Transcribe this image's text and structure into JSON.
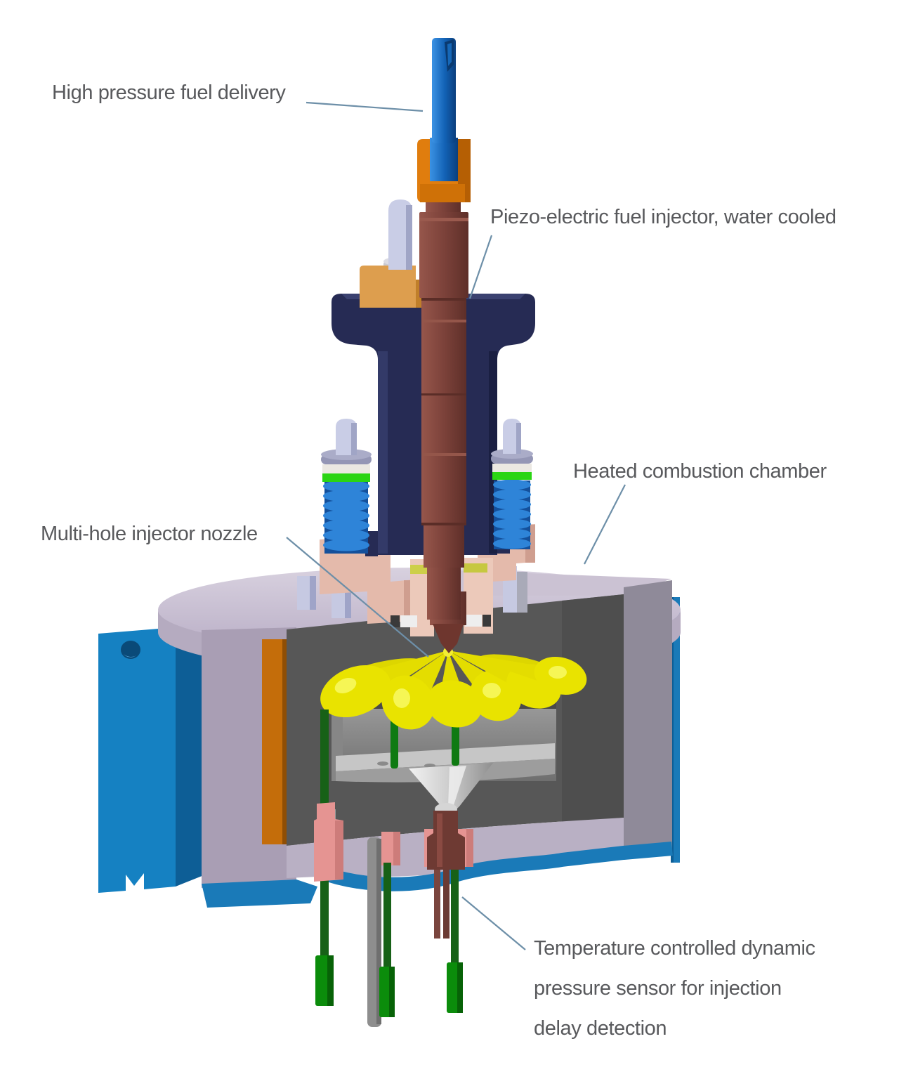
{
  "labels": {
    "fuel_delivery": "High pressure fuel delivery",
    "injector": "Piezo-electric fuel injector, water cooled",
    "chamber": "Heated combustion chamber",
    "nozzle": "Multi-hole injector nozzle",
    "sensor_line1": "Temperature controlled dynamic",
    "sensor_line2": "pressure sensor for injection",
    "sensor_line3": "delay detection"
  },
  "style": {
    "label_text_color": "#58595c",
    "leader_line_color": "#6d8fa8",
    "background": "#ffffff"
  },
  "colors": {
    "fuel_pipe_blue": "#1b6ec7",
    "fitting_orange": "#e07d0e",
    "mount_block_tan": "#dd9e4e",
    "injector_maroon": "#7c423a",
    "clamp_navy": "#262b54",
    "spring_blue": "#2e84d8",
    "spring_ring_green": "#2bd513",
    "bolt_lavender": "#c9cde6",
    "holder_salmon": "#e4baab",
    "chamber_mauve_top": "#c9c1d1",
    "chamber_body_mauve": "#a99eb4",
    "chamber_face_gray": "#8f8a99",
    "heater_orange": "#c46d0a",
    "inner_chamber_gray": "#575757",
    "jacket_teal": "#1a7ab8",
    "spray_yellow": "#e4dd00",
    "sensor_rod_green": "#176117",
    "sensor_tip_green": "#0b8c0b",
    "sensor_fitting_pink": "#e59492",
    "funnel_silver": "#c6c6c6"
  }
}
